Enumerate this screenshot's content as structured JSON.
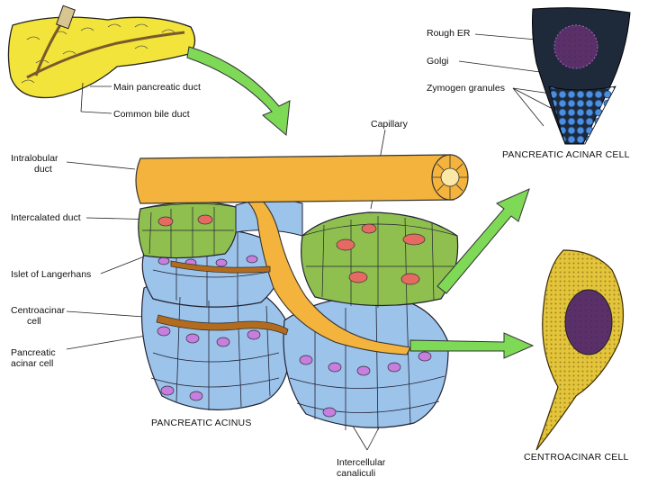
{
  "labels": {
    "main_duct": "Main pancreatic duct",
    "bile_duct": "Common bile duct",
    "intralobular_1": "Intralobular",
    "intralobular_2": "duct",
    "intercalated": "Intercalated duct",
    "islet": "Islet of Langerhans",
    "centroacinar_1": "Centroacinar",
    "centroacinar_2": "cell",
    "pancreatic_1": "Pancreatic",
    "pancreatic_2": "acinar cell",
    "capillary": "Capillary",
    "rough_er": "Rough ER",
    "golgi": "Golgi",
    "zymogen": "Zymogen granules",
    "intercellular_1": "Intercellular",
    "intercellular_2": "canaliculi"
  },
  "captions": {
    "acinus": "PANCREATIC ACINUS",
    "acinar_cell": "PANCREATIC ACINAR CELL",
    "centroacinar_cell": "CENTROACINAR CELL"
  },
  "colors": {
    "pancreas": "#f2e43a",
    "duct": "#f4b33c",
    "acinar": "#9cc3ea",
    "nucleus": "#c77ee0",
    "islet": "#8fbf4f",
    "capillary": "#e46a62",
    "arrow": "#7ed957",
    "centroacinar": "#e4c43a"
  }
}
